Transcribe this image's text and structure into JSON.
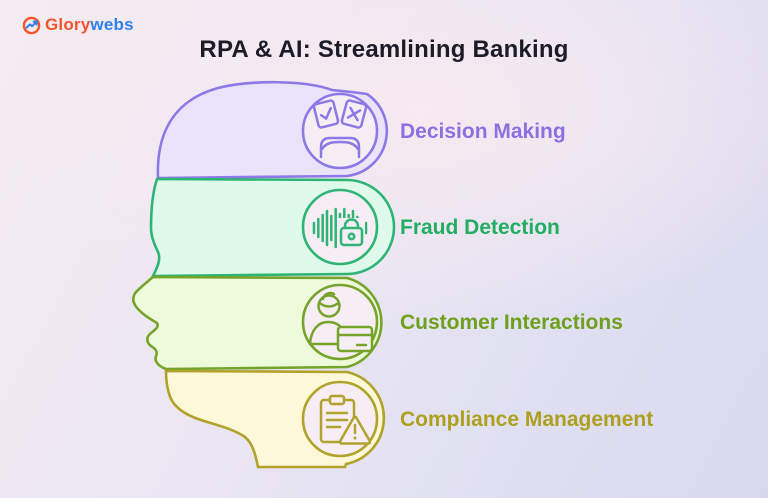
{
  "logo": {
    "icon": "glorywebs-logo-icon",
    "text_primary": "Glory",
    "text_secondary": "webs",
    "color_primary": "#f2552c",
    "color_secondary": "#2f80ed"
  },
  "title": {
    "text": "RPA & AI: Streamlining Banking",
    "color": "#1c1c28"
  },
  "diagram": {
    "shape": "human-head-profile-4-sections",
    "circle_fill": "#f6eef4",
    "items": [
      {
        "label": "Decision Making",
        "icon": "decision-cards-icon",
        "stroke": "#8d79e6",
        "fill": "#eae4fa",
        "label_color": "#8b70e1"
      },
      {
        "label": "Fraud Detection",
        "icon": "voiceprint-lock-icon",
        "stroke": "#2eb474",
        "fill": "#dffaeb",
        "label_color": "#21ad62"
      },
      {
        "label": "Customer Interactions",
        "icon": "support-agent-card-icon",
        "stroke": "#76a32a",
        "fill": "#eefbdb",
        "label_color": "#6fa01d"
      },
      {
        "label": "Compliance Management",
        "icon": "clipboard-warning-icon",
        "stroke": "#b1a22b",
        "fill": "#fdf8d8",
        "label_color": "#ada01e"
      }
    ]
  }
}
